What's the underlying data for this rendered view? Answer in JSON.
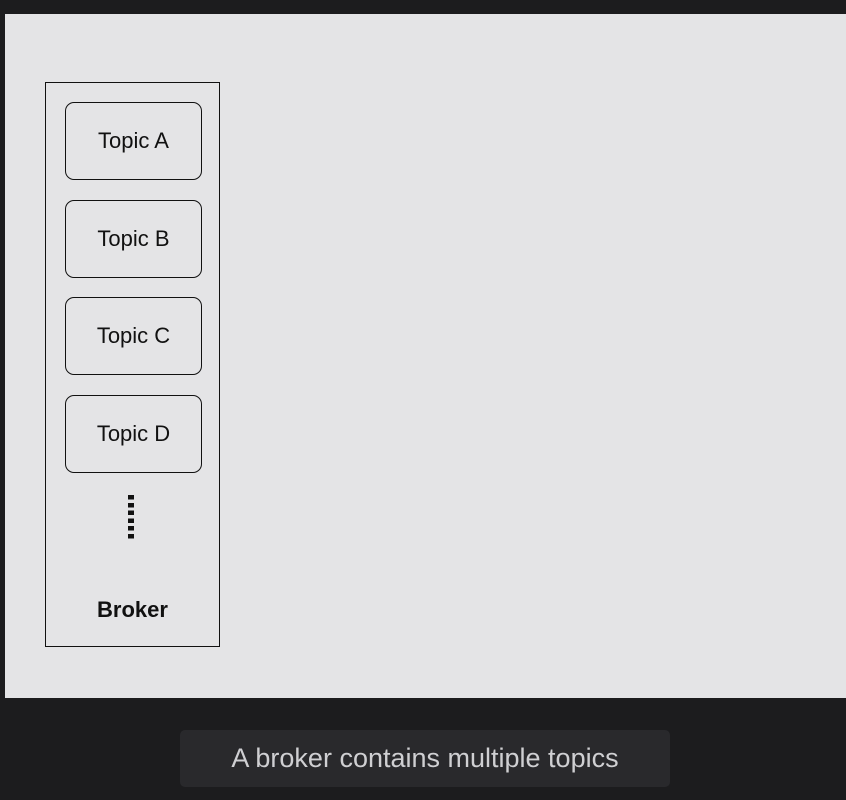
{
  "diagram": {
    "topics": [
      "Topic A",
      "Topic B",
      "Topic C",
      "Topic D"
    ],
    "broker_label": "Broker"
  },
  "caption": "A broker contains multiple topics"
}
